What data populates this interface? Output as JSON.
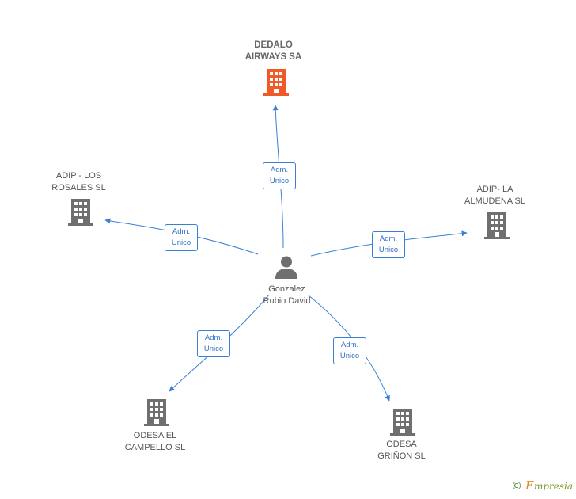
{
  "center": {
    "name": "Gonzalez\nRubio David",
    "icon": "person-icon"
  },
  "companies": [
    {
      "id": "dedalo",
      "name": "DEDALO\nAIRWAYS SA",
      "highlight": true,
      "icon": "building-icon"
    },
    {
      "id": "rosales",
      "name": "ADIP -  LOS\nROSALES  SL",
      "highlight": false,
      "icon": "building-icon"
    },
    {
      "id": "almudena",
      "name": "ADIP- LA\nALMUDENA SL",
      "highlight": false,
      "icon": "building-icon"
    },
    {
      "id": "campello",
      "name": "ODESA EL\nCAMPELLO SL",
      "highlight": false,
      "icon": "building-icon"
    },
    {
      "id": "grinon",
      "name": "ODESA\nGRIÑON SL",
      "highlight": false,
      "icon": "building-icon"
    }
  ],
  "relations": [
    {
      "to": "dedalo",
      "label": "Adm.\nUnico"
    },
    {
      "to": "rosales",
      "label": "Adm.\nUnico"
    },
    {
      "to": "almudena",
      "label": "Adm.\nUnico"
    },
    {
      "to": "campello",
      "label": "Adm.\nUnico"
    },
    {
      "to": "grinon",
      "label": "Adm.\nUnico"
    }
  ],
  "colors": {
    "edge": "#3a7fd5",
    "highlight": "#f05a28",
    "building": "#6f6f6f",
    "person": "#6f6f6f"
  },
  "footer": {
    "copyright": "©",
    "brand_initial": "E",
    "brand_rest": "mpresia"
  }
}
